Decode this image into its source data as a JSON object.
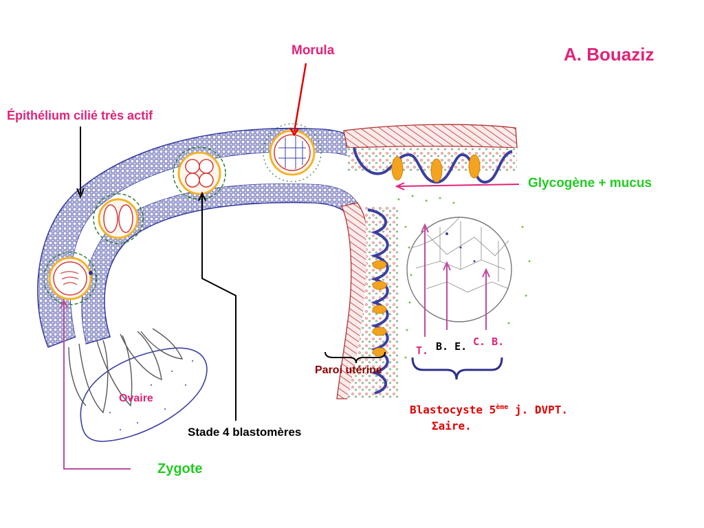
{
  "author": "A. Bouaziz",
  "labels": {
    "morula": "Morula",
    "epithelium": "Épithélium cilié très actif",
    "glycogen": "Glycogène + mucus",
    "trophoblast": "T.",
    "embryonic_button": "B. E.",
    "blastocoel_cavity": "C. B.",
    "uterine_wall": "Paroi utérine",
    "blastocyst_line1_pre": "Blastocyste 5",
    "blastocyst_line1_sup": "ème",
    "blastocyst_line1_post": " j. DVPT.",
    "blastocyst_line2": "Σaire.",
    "ovary": "Ovaire",
    "four_cell": "Stade 4 blastomères",
    "zygote": "Zygote"
  },
  "colors": {
    "tube_outline": "#3a3fa0",
    "cilia": "#2b2f8a",
    "cell_red": "#d23a3a",
    "follicle_green": "#2e7d32",
    "corona_yellow": "#f0b429",
    "glycogen_orange": "#f3a31f",
    "muscle_red": "#b03030",
    "label_magenta": "#e0237a",
    "label_green": "#22cc22",
    "label_red": "#e00000",
    "label_darkred": "#8b0000",
    "brace_blue": "#2b2f8a",
    "arrow_pink": "#e0237a",
    "arrow_purple": "#c04aa0"
  }
}
